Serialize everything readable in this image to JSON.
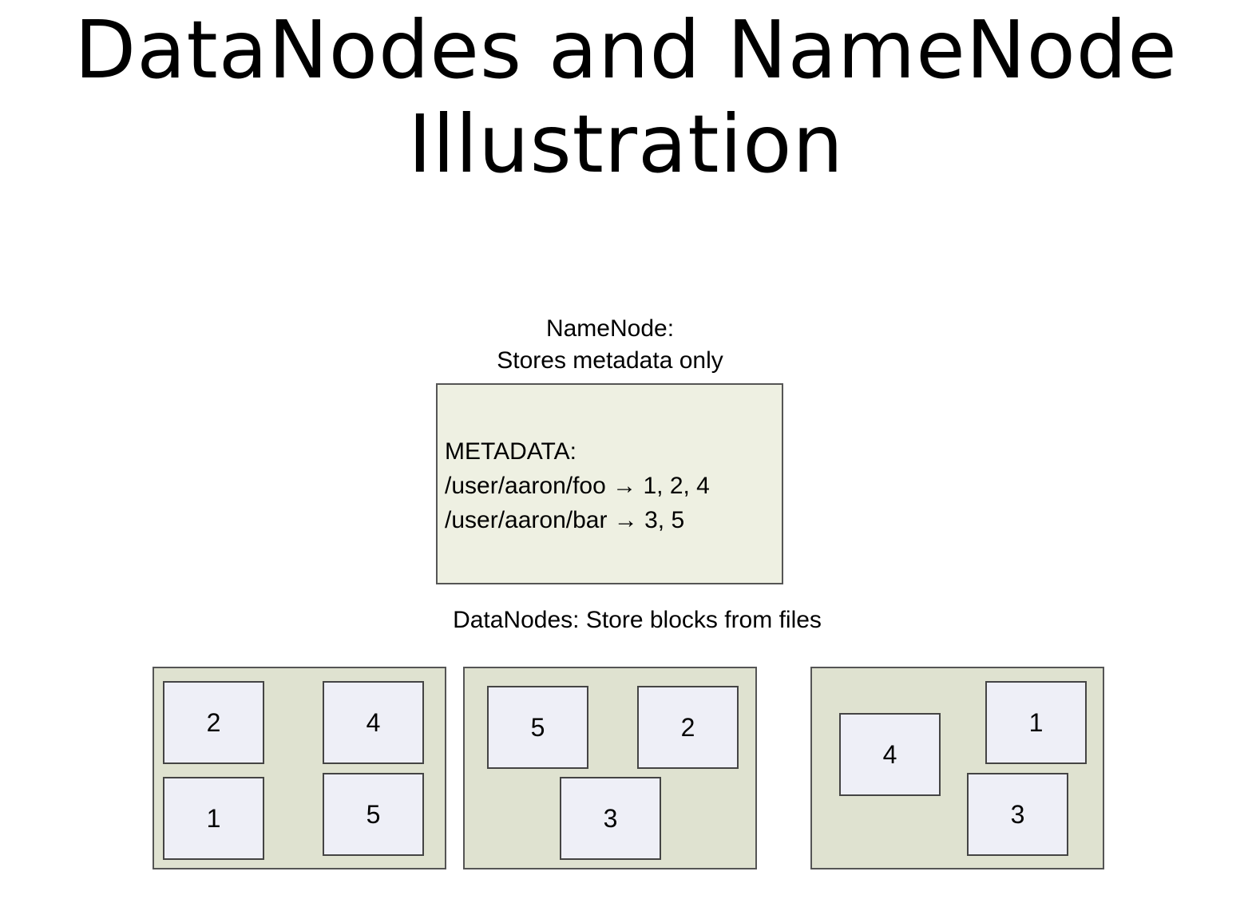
{
  "title": {
    "line1": "DataNodes and NameNode",
    "line2": "Illustration"
  },
  "namenode": {
    "caption_line1": "NameNode:",
    "caption_line2": "Stores metadata only",
    "metadata_header": "METADATA:",
    "metadata_lines": [
      "/user/aaron/foo → 1, 2, 4",
      "/user/aaron/bar → 3, 5"
    ]
  },
  "datanodes": {
    "caption": "DataNodes: Store blocks from files",
    "nodes": [
      {
        "blocks": [
          "2",
          "4",
          "1",
          "5"
        ]
      },
      {
        "blocks": [
          "5",
          "2",
          "3"
        ]
      },
      {
        "blocks": [
          "4",
          "1",
          "3"
        ]
      }
    ]
  },
  "colors": {
    "namenode_fill": "#eef0e2",
    "datanode_fill": "#dfe2d0",
    "block_fill": "#eeeff7",
    "border": "#555555"
  }
}
